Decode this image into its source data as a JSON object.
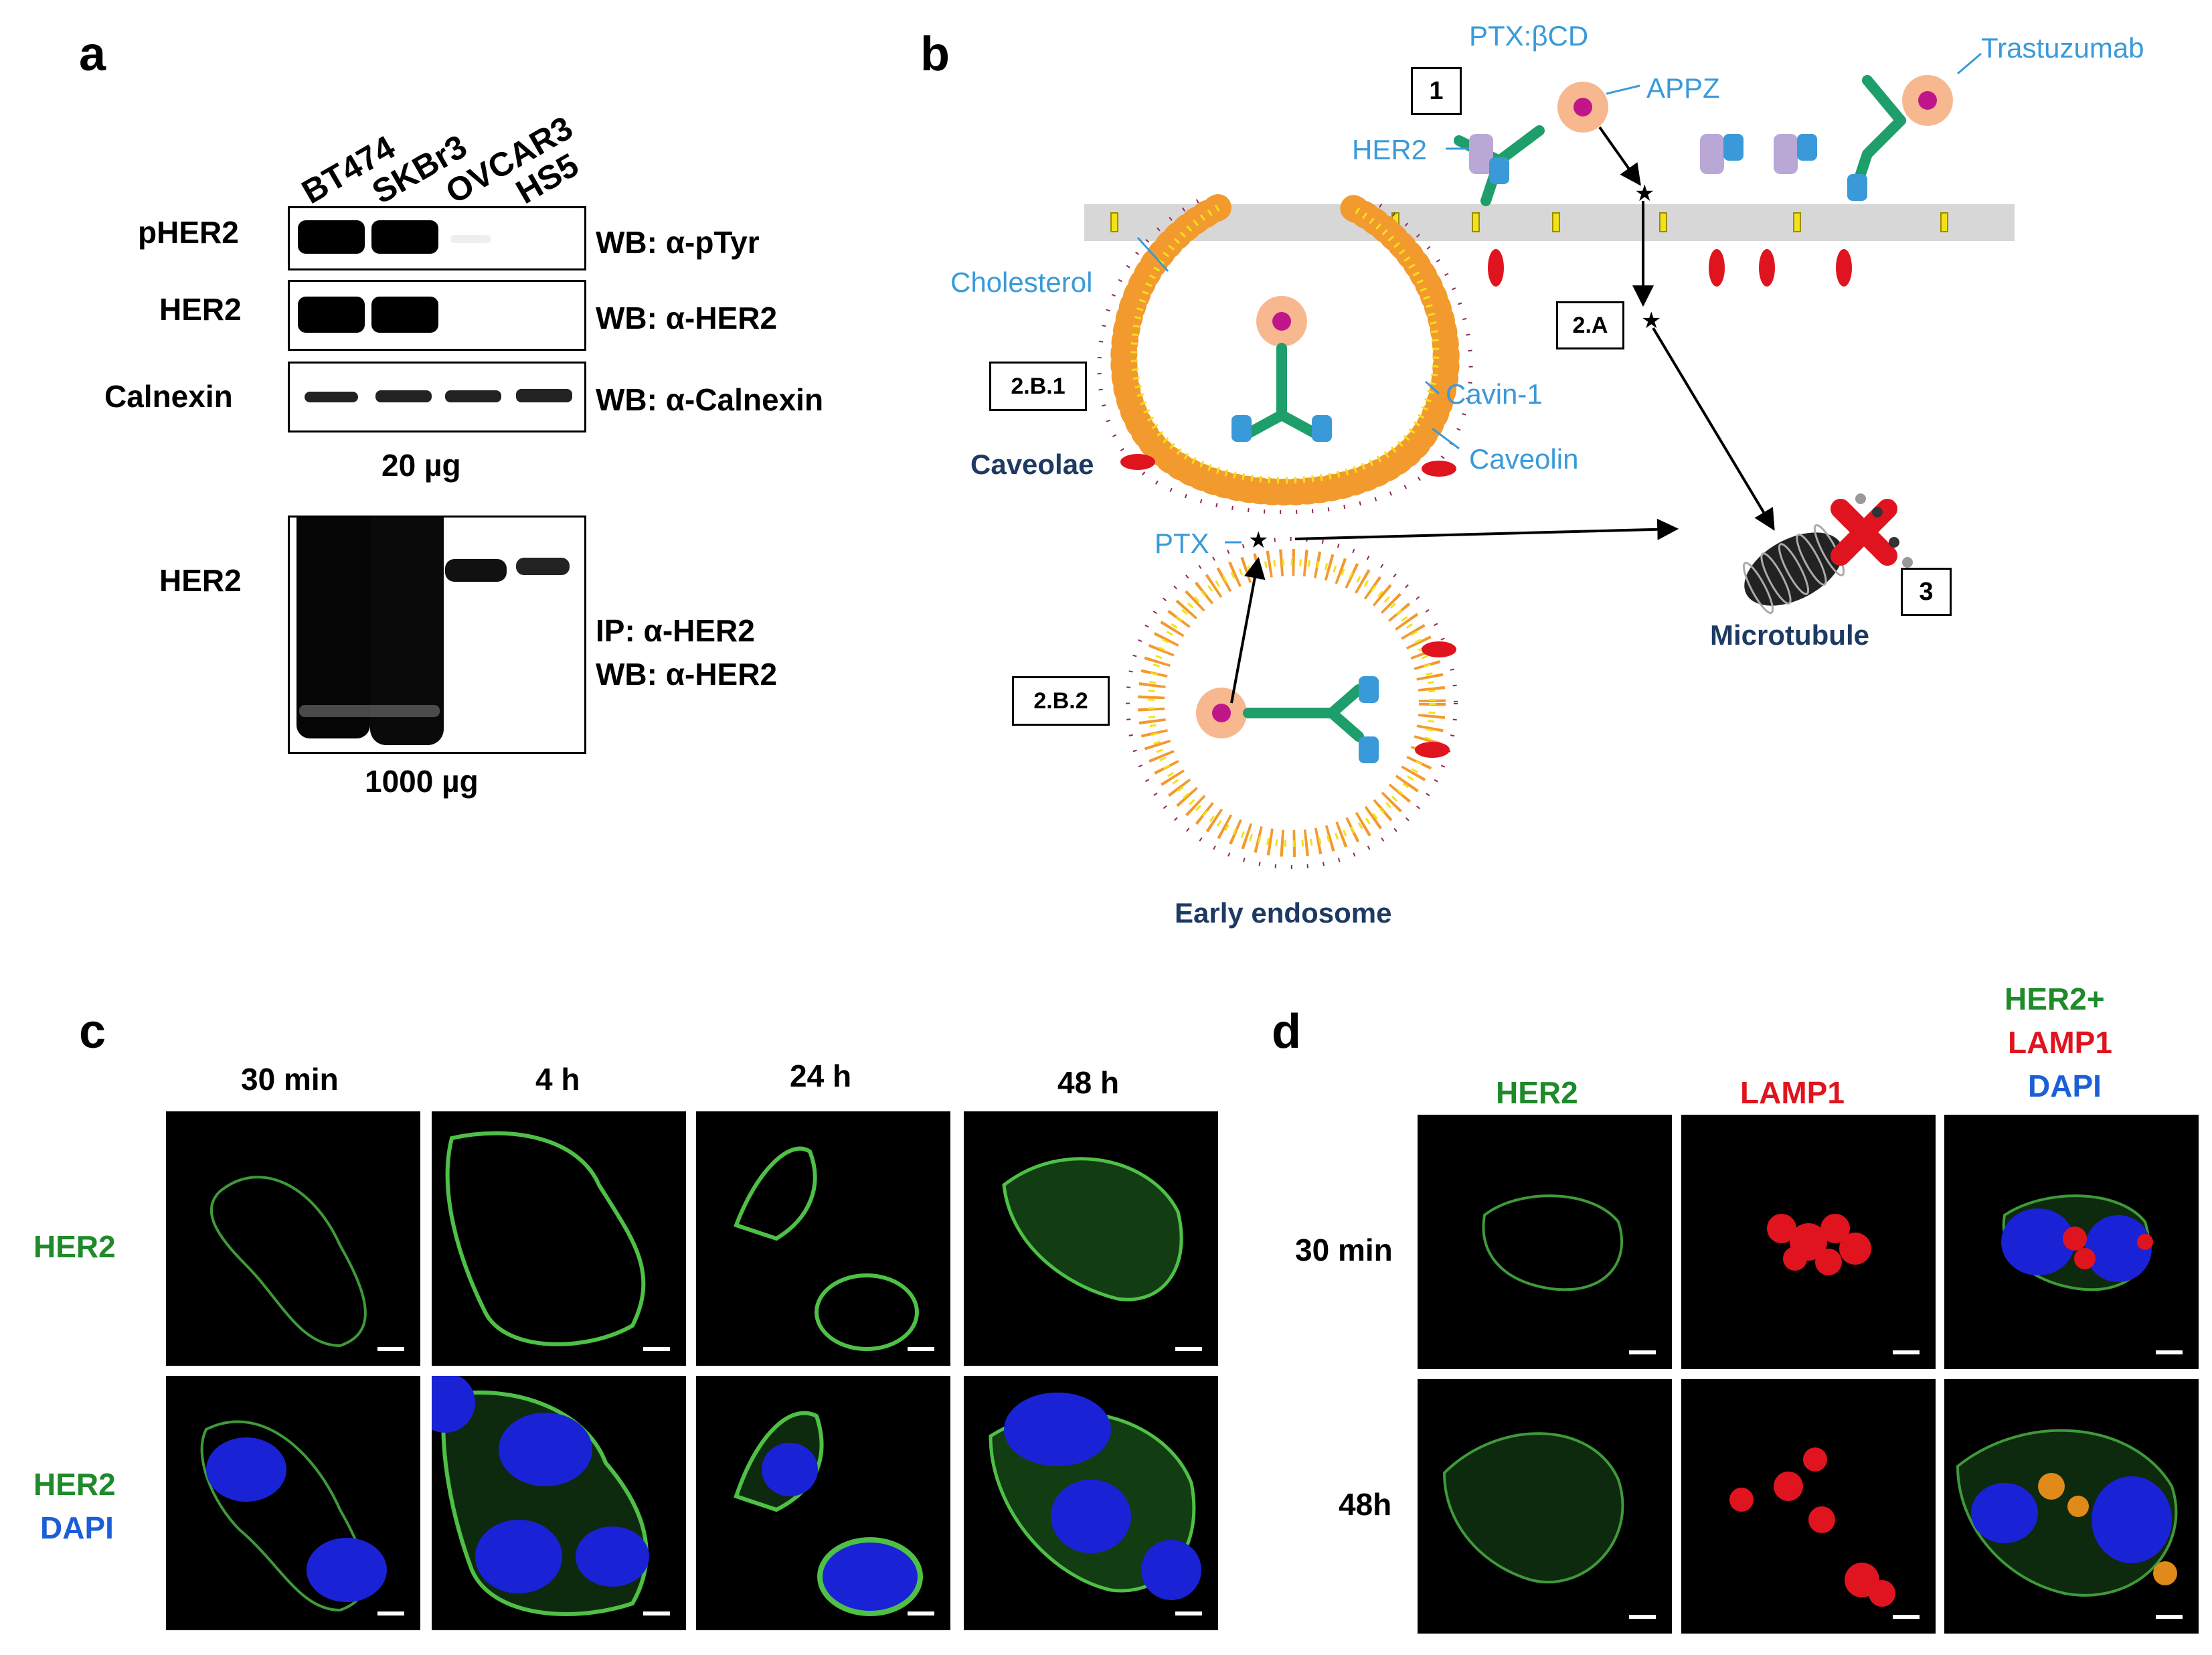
{
  "panels": [
    "a",
    "b",
    "c",
    "d"
  ],
  "panel_a": {
    "cell_lines": [
      "BT474",
      "SKBr3",
      "OVCAR3",
      "HS5"
    ],
    "bands": [
      {
        "label": "pHER2",
        "wb": "WB: α-pTyr"
      },
      {
        "label": "HER2",
        "wb": "WB: α-HER2"
      },
      {
        "label": "Calnexin",
        "wb": "WB: α-Calnexin"
      }
    ],
    "load_top": "20 µg",
    "ip_band_label": "HER2",
    "ip_line1": "IP: α-HER2",
    "ip_line2": "WB: α-HER2",
    "load_bottom": "1000 µg"
  },
  "panel_b": {
    "ptx_bcd": "PTX:βCD",
    "appz": "APPZ",
    "trastuzumab": "Trastuzumab",
    "her2": "HER2",
    "cholesterol": "Cholesterol",
    "cavin": "Cavin-1",
    "caveolin": "Caveolin",
    "caveolae": "Caveolae",
    "ptx": "PTX",
    "microtubule": "Microtubule",
    "early_endosome": "Early endosome",
    "step_1": "1",
    "step_2a": "2.A",
    "step_2b1": "2.B.1",
    "step_2b2": "2.B.2",
    "step_3": "3"
  },
  "panel_c": {
    "timepoints": [
      "30 min",
      "4 h",
      "24 h",
      "48 h"
    ],
    "row1_label": "HER2",
    "row2_label1": "HER2",
    "row2_label2": "DAPI"
  },
  "panel_d": {
    "col1": "HER2",
    "col2": "LAMP1",
    "col3_line1": "HER2+",
    "col3_line2": "LAMP1",
    "col3_line3": "DAPI",
    "rows": [
      "30 min",
      "48h"
    ]
  },
  "colors": {
    "green": "#1f8a2a",
    "red": "#e0141e",
    "blue": "#1b5fd6",
    "lightblue": "#3a9ad9",
    "navy": "#1d3a63",
    "teal": "#1e9e6a",
    "orange": "#f39a2e",
    "yellow": "#f2e21a",
    "purple": "#8a2a5a"
  }
}
